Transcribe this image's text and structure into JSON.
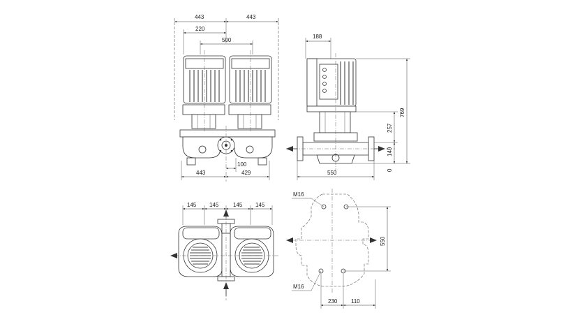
{
  "colors": {
    "line": "#333333",
    "background": "#ffffff"
  },
  "front_view": {
    "dims_top": [
      "443",
      "443",
      "220",
      "500"
    ],
    "dims_bottom": [
      "443",
      "429",
      "100"
    ]
  },
  "side_view": {
    "dims_top": [
      "188"
    ],
    "dims_bottom": [
      "550"
    ],
    "dims_right": [
      "769",
      "257",
      "140",
      "0"
    ]
  },
  "plan_view": {
    "dims_top": [
      "145",
      "145",
      "145",
      "145"
    ]
  },
  "foundation_view": {
    "labels": [
      "M16",
      "M16"
    ],
    "dims_right": [
      "550"
    ],
    "dims_bottom": [
      "230",
      "110"
    ]
  }
}
